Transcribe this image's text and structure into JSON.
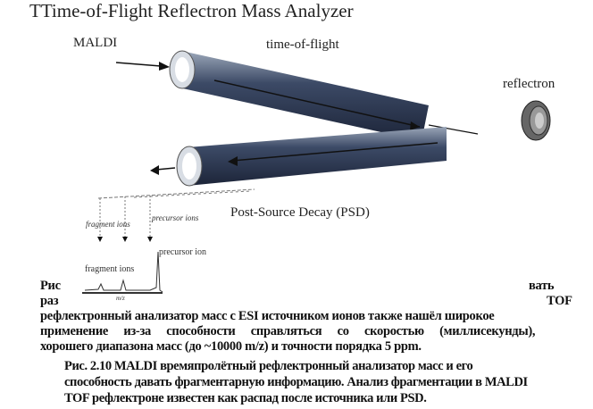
{
  "figure": {
    "title": "TTime-of-Flight Reflectron Mass Analyzer",
    "labels": {
      "maldi": "MALDI",
      "tof": "time-of-flight",
      "reflectron": "reflectron",
      "psd": "Post-Source Decay (PSD)",
      "fragment_ions_italic": "fragment ions",
      "precursor_ions_italic": "precursor ions",
      "precursor_ion": "precursor ion",
      "fragment_ions": "fragment ions",
      "mz": "m/z"
    }
  },
  "body_text": {
    "l1_left": "Рис",
    "l1_right": "вать",
    "l2_left": "раз",
    "l2_right": "TOF",
    "l3": "рефлектронный анализатор масс с ESI источником ионов также нашёл широкое",
    "l4": "применение из-за способности справляться со скоростью (миллисекунды),",
    "l5": "хорошего диапазона масс (до ~10000 m/z) и точности порядка 5 ppm."
  },
  "caption": {
    "l1": "Рис. 2.10 MALDI времяпролётный рефлектронный анализатор масс и его",
    "l2": "способность давать фрагментарную информацию. Анализ фрагментации в MALDI",
    "l3": "TOF рефлектроне известен как распад после источника или PSD."
  }
}
